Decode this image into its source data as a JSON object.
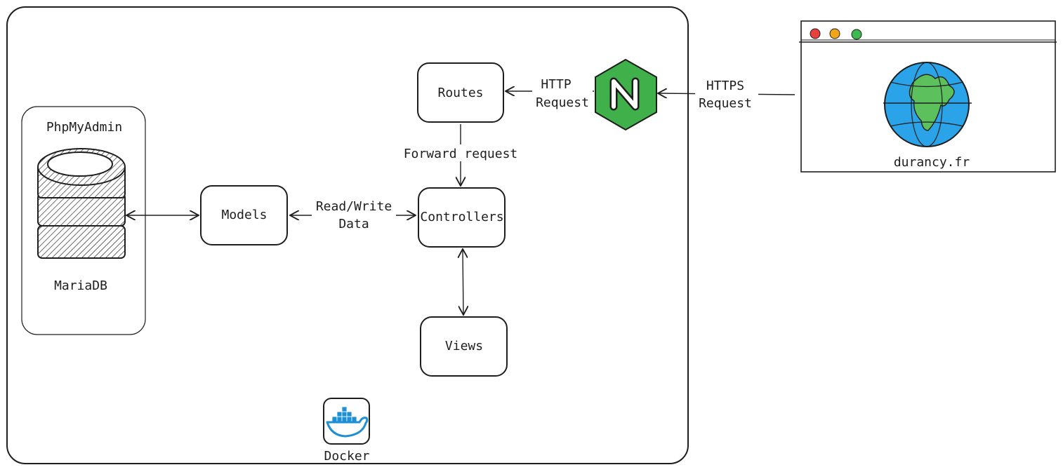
{
  "docker": {
    "label": "Docker"
  },
  "database_panel": {
    "title": "PhpMyAdmin",
    "db_label": "MariaDB"
  },
  "nodes": {
    "routes": "Routes",
    "models": "Models",
    "controllers": "Controllers",
    "views": "Views"
  },
  "edges": {
    "forward": "Forward request",
    "read_write_1": "Read/Write",
    "read_write_2": "Data",
    "http_1": "HTTP",
    "http_2": "Request",
    "https_1": "HTTPS",
    "https_2": "Request"
  },
  "browser": {
    "site_label": "durancy.fr"
  },
  "colors": {
    "nginx_green": "#40b04a",
    "globe_blue": "#2aa3e8",
    "land_green": "#5cc05c",
    "dot_red": "#e8413d",
    "dot_yellow": "#f2a51a",
    "dot_green": "#3cba4c",
    "docker_blue": "#1f8fd4"
  },
  "icons": [
    "nginx-icon",
    "globe-icon",
    "docker-icon",
    "database-icon"
  ]
}
